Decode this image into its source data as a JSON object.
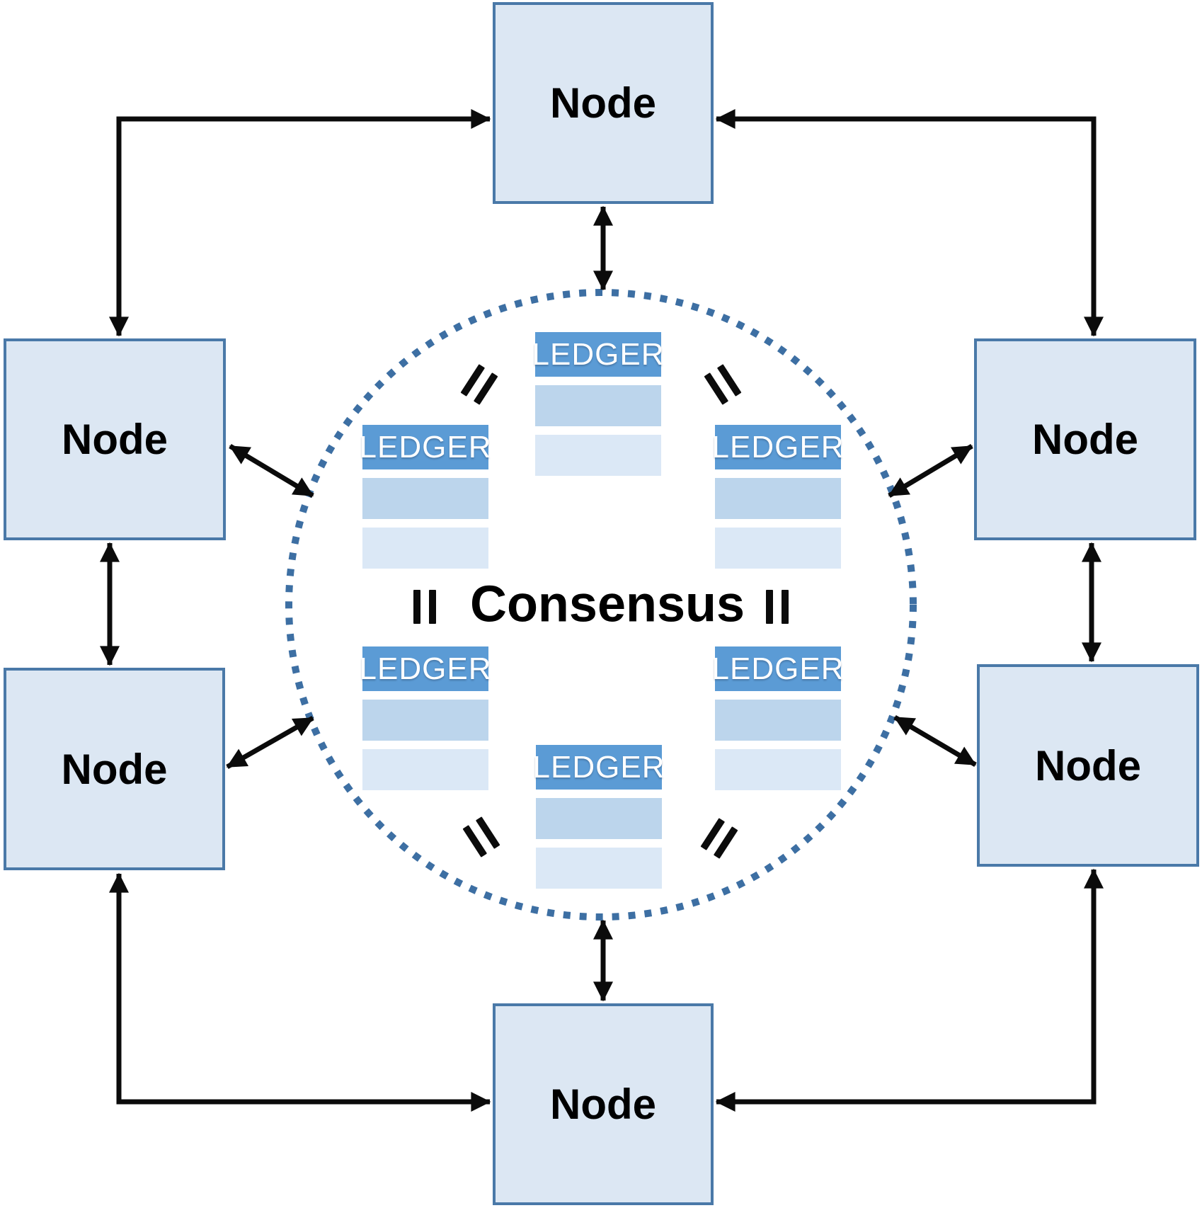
{
  "center": {
    "label": "Consensus"
  },
  "nodes": [
    {
      "id": "top",
      "label": "Node"
    },
    {
      "id": "left-upper",
      "label": "Node"
    },
    {
      "id": "right-upper",
      "label": "Node"
    },
    {
      "id": "left-lower",
      "label": "Node"
    },
    {
      "id": "right-lower",
      "label": "Node"
    },
    {
      "id": "bottom",
      "label": "Node"
    }
  ],
  "ledgers": [
    {
      "id": "top",
      "header": "LEDGER"
    },
    {
      "id": "upper-left",
      "header": "LEDGER"
    },
    {
      "id": "upper-right",
      "header": "LEDGER"
    },
    {
      "id": "lower-left",
      "header": "LEDGER"
    },
    {
      "id": "lower-right",
      "header": "LEDGER"
    },
    {
      "id": "bottom",
      "header": "LEDGER"
    }
  ],
  "colors": {
    "node_fill": "#dce7f3",
    "node_border": "#4a79a8",
    "ledger_header": "#5b9bd5",
    "ledger_row_medium": "#bcd5ec",
    "ledger_row_light": "#dbe8f6",
    "circle_dotted": "#3d6fa3",
    "arrow": "#0b0b0b",
    "text": "#000000",
    "ledger_text": "#ffffff",
    "canvas_bg": "#ffffff"
  }
}
